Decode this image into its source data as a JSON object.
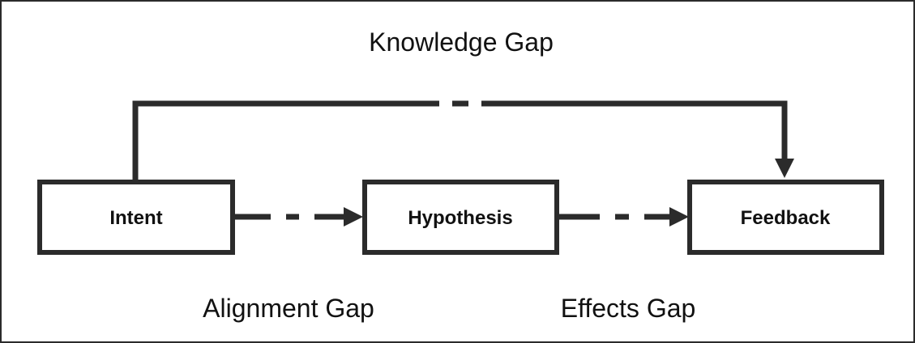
{
  "diagram": {
    "nodes": {
      "intent": "Intent",
      "hypothesis": "Hypothesis",
      "feedback": "Feedback"
    },
    "gaps": {
      "knowledge": "Knowledge Gap",
      "alignment": "Alignment Gap",
      "effects": "Effects Gap"
    },
    "colors": {
      "stroke": "#2b2b2b",
      "text": "#111111",
      "background": "#ffffff"
    }
  }
}
